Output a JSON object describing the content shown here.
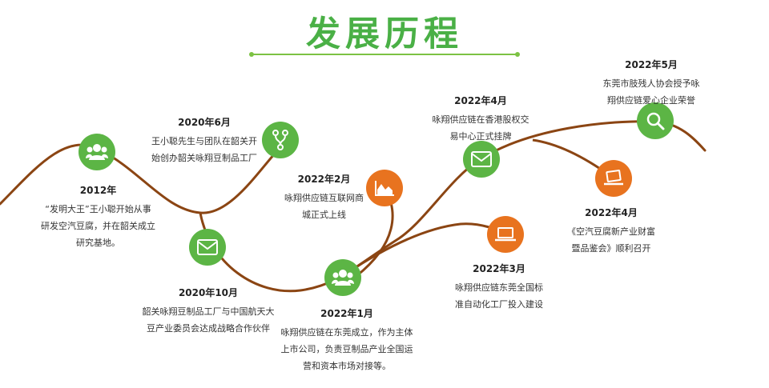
{
  "title": "发展历程",
  "colors": {
    "green": "#5cb545",
    "orange": "#e8731f",
    "line": "#8b4513",
    "title": "#4ab046"
  },
  "events": [
    {
      "date": "2012年",
      "lines": [
        "“发明大王”王小聪开始从事",
        "研发空汽豆腐，并在韶关成立",
        "研究基地。"
      ],
      "icon": "users-icon"
    },
    {
      "date": "2020年6月",
      "lines": [
        "王小聪先生与团队在韶关开",
        "始创办韶关咏翔豆制品工厂"
      ],
      "icon": "branch-icon"
    },
    {
      "date": "2020年10月",
      "lines": [
        "韶关咏翔豆制品工厂与中国航天大",
        "豆产业委员会达成战略合作伙伴"
      ],
      "icon": "mail-icon"
    },
    {
      "date": "2022年1月",
      "lines": [
        "咏翔供应链在东莞成立，作为主体",
        "上市公司，负责豆制品产业全国运",
        "营和资本市场对接等。"
      ],
      "icon": "users-icon"
    },
    {
      "date": "2022年2月",
      "lines": [
        "咏翔供应链互联网商",
        "城正式上线"
      ],
      "icon": "area-chart-icon"
    },
    {
      "date": "2022年3月",
      "lines": [
        "咏翔供应链东莞全国标",
        "准自动化工厂投入建设"
      ],
      "icon": "laptop-icon"
    },
    {
      "date": "2022年4月",
      "lines": [
        "咏翔供应链在香港股权交",
        "易中心正式挂牌"
      ],
      "icon": "mail-icon"
    },
    {
      "date": "2022年4月",
      "lines": [
        "《空汽豆腐新产业财富",
        "暨品鉴会》顺利召开"
      ],
      "icon": "laptop-icon"
    },
    {
      "date": "2022年5月",
      "lines": [
        "东莞市肢残人协会授予咏",
        "翔供应链爱心企业荣誉"
      ],
      "icon": "search-icon"
    }
  ]
}
